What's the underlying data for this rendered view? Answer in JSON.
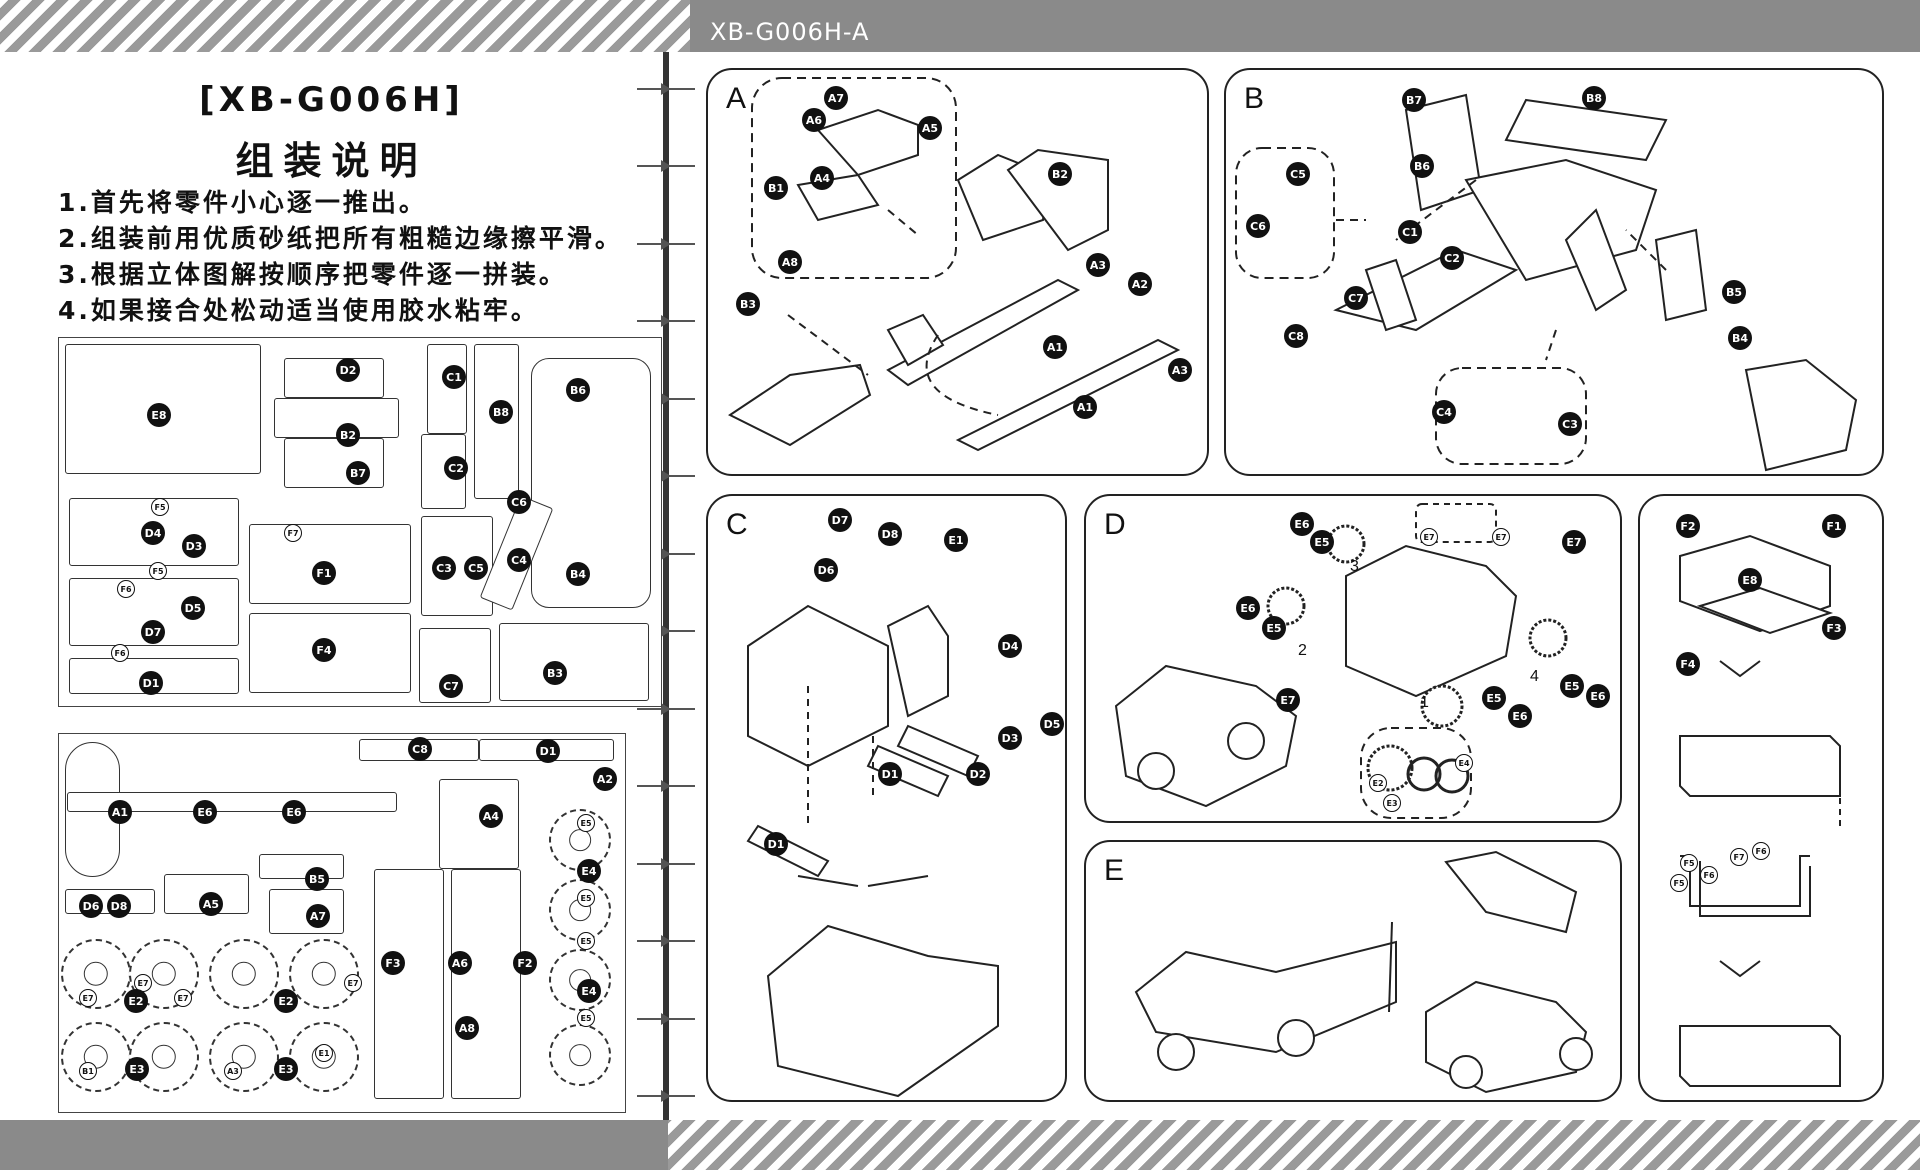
{
  "header": {
    "model_code": "XB-G006H-A"
  },
  "title": "[XB-G006H]",
  "subtitle": "组装说明",
  "steps": [
    "1.首先将零件小心逐一推出。",
    "2.组装前用优质砂纸把所有粗糙边缘擦平滑。",
    "3.根据立体图解按顺序把零件逐一拼装。",
    "4.如果接合处松动适当使用胶水粘牢。"
  ],
  "sheet1_parts": [
    "E8",
    "D2",
    "B2",
    "B7",
    "C1",
    "B8",
    "B6",
    "C2",
    "C6",
    "C4",
    "B4",
    "F5",
    "D4",
    "D3",
    "F5",
    "F6",
    "D5",
    "D7",
    "F6",
    "D1",
    "F7",
    "F1",
    "F4",
    "C3",
    "C5",
    "C7",
    "B3"
  ],
  "sheet2_parts": [
    "C8",
    "D1",
    "A2",
    "A1",
    "E6",
    "E6",
    "A4",
    "B5",
    "D6",
    "D8",
    "A5",
    "A7",
    "E5",
    "E4",
    "E5",
    "E5",
    "E4",
    "E5",
    "E7",
    "E7",
    "E2",
    "E7",
    "E2",
    "E7",
    "F3",
    "A6",
    "F2",
    "A8",
    "B1",
    "E3",
    "A3",
    "E3",
    "E1"
  ],
  "panels": {
    "A": {
      "label": "A",
      "parts": [
        "A7",
        "A6",
        "A5",
        "A4",
        "B1",
        "A8",
        "B2",
        "B3",
        "A3",
        "A2",
        "A1",
        "A3",
        "A1"
      ]
    },
    "B": {
      "label": "B",
      "parts": [
        "B7",
        "B8",
        "B6",
        "C5",
        "C6",
        "C1",
        "C2",
        "C7",
        "C8",
        "B5",
        "B4",
        "C4",
        "C3"
      ]
    },
    "C": {
      "label": "C",
      "parts": [
        "D7",
        "D8",
        "E1",
        "D6",
        "D4",
        "D5",
        "D3",
        "D1",
        "D2",
        "D1"
      ]
    },
    "D": {
      "label": "D",
      "parts": [
        "E6",
        "E5",
        "E7",
        "E7",
        "E7",
        "E6",
        "E5",
        "E7",
        "E5",
        "E6",
        "E5",
        "E6",
        "E2",
        "E3",
        "E4"
      ],
      "numbers": [
        "3",
        "2",
        "1",
        "4"
      ]
    },
    "E": {
      "label": "E"
    },
    "F": {
      "parts": [
        "F2",
        "F1",
        "E8",
        "F3",
        "F4",
        "F6",
        "F5",
        "F7",
        "F6",
        "F5"
      ]
    }
  }
}
